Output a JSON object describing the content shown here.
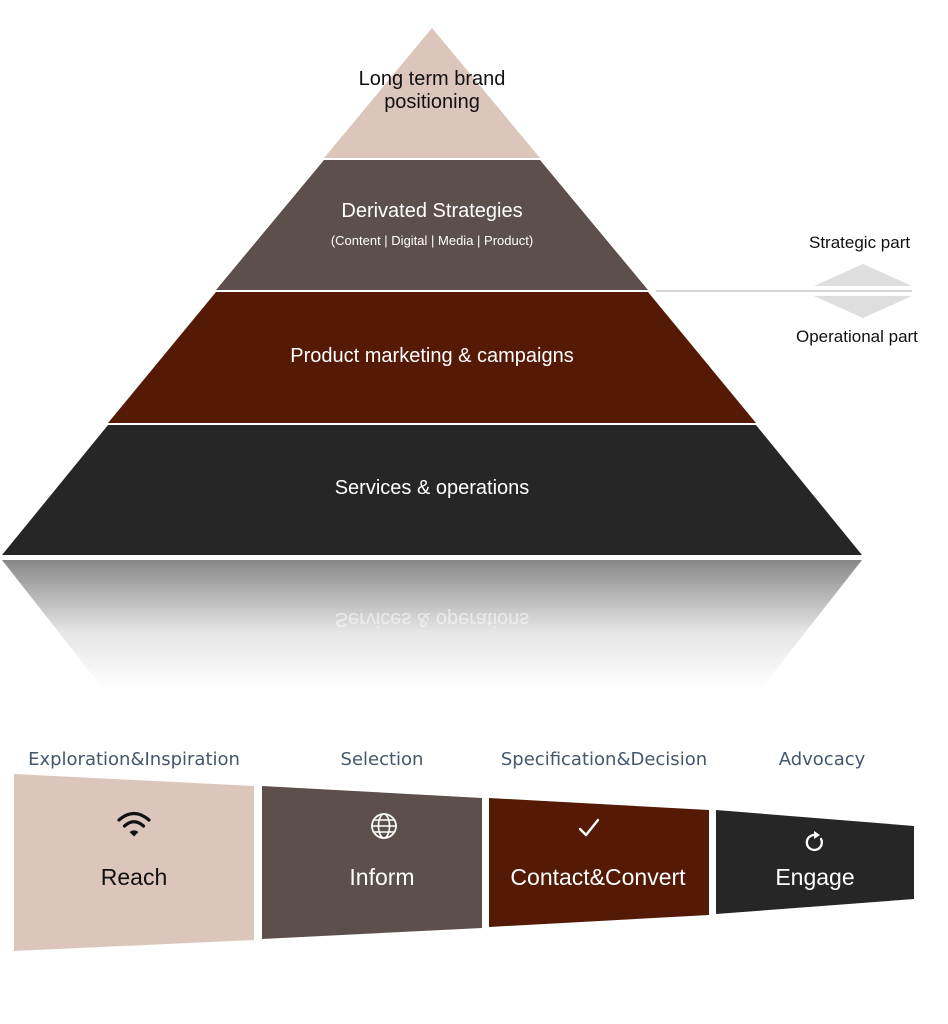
{
  "pyramid": {
    "tiers": [
      {
        "title_line1": "Long term brand",
        "title_line2": "positioning",
        "color": "#dcc6bb",
        "text_color": "#111111"
      },
      {
        "title": "Derivated Strategies",
        "subtitle": "(Content | Digital | Media | Product)",
        "color": "#5d4f4c",
        "text_color": "#ffffff"
      },
      {
        "title": "Product marketing & campaigns",
        "color": "#541a06",
        "text_color": "#ffffff"
      },
      {
        "title": "Services & operations",
        "color": "#262626",
        "text_color": "#ffffff"
      }
    ],
    "reflection_text": "Services & operations"
  },
  "divider": {
    "strategic_label": "Strategic part",
    "operational_label": "Operational part"
  },
  "stages": [
    {
      "label": "Exploration&Inspiration"
    },
    {
      "label": "Selection"
    },
    {
      "label": "Specification&Decision"
    },
    {
      "label": "Advocacy"
    }
  ],
  "funnel": [
    {
      "label": "Reach",
      "icon": "wifi-icon",
      "color": "#dcc6bb",
      "text_color": "#111111"
    },
    {
      "label": "Inform",
      "icon": "globe-icon",
      "color": "#5d4f4c",
      "text_color": "#ffffff"
    },
    {
      "label": "Contact&Convert",
      "icon": "check-icon",
      "color": "#541a06",
      "text_color": "#ffffff"
    },
    {
      "label": "Engage",
      "icon": "refresh-icon",
      "color": "#262626",
      "text_color": "#ffffff"
    }
  ]
}
